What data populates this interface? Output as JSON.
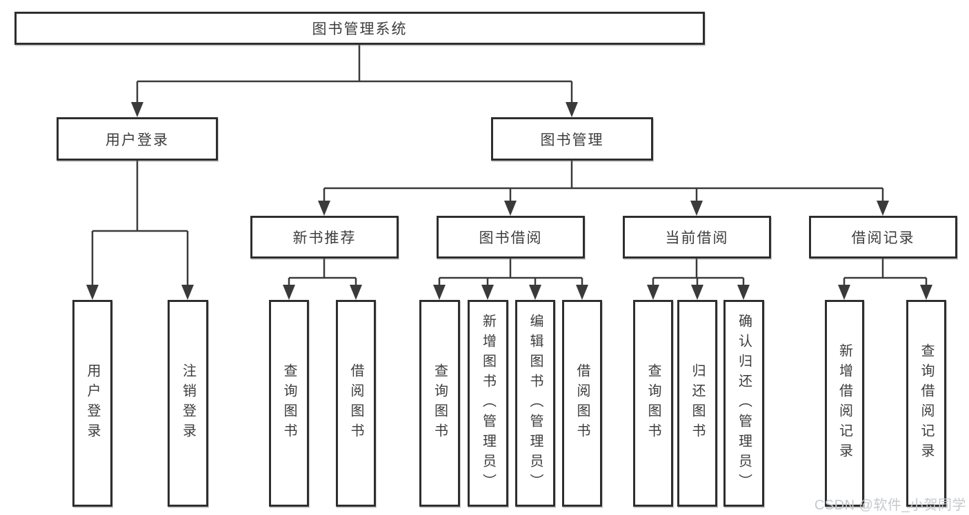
{
  "diagram": {
    "root": {
      "label": "图书管理系统"
    },
    "branches": [
      {
        "label": "用户登录",
        "children": [
          {
            "label": "用户登录"
          },
          {
            "label": "注销登录"
          }
        ]
      },
      {
        "label": "图书管理",
        "sections": [
          {
            "label": "新书推荐",
            "children": [
              {
                "label": "查询图书"
              },
              {
                "label": "借阅图书"
              }
            ]
          },
          {
            "label": "图书借阅",
            "children": [
              {
                "label": "查询图书"
              },
              {
                "label": "新增图书（管理员）"
              },
              {
                "label": "编辑图书（管理员）"
              },
              {
                "label": "借阅图书"
              }
            ]
          },
          {
            "label": "当前借阅",
            "children": [
              {
                "label": "查询图书"
              },
              {
                "label": "归还图书"
              },
              {
                "label": "确认归还（管理员）"
              }
            ]
          },
          {
            "label": "借阅记录",
            "children": [
              {
                "label": "新增借阅记录"
              },
              {
                "label": "查询借阅记录"
              }
            ]
          }
        ]
      }
    ]
  },
  "watermark": {
    "text": "CSDN @软件_小贺同学"
  },
  "colors": {
    "line": "#3a3a3a",
    "box_border": "#2e2e2e",
    "text": "#3d3d3d",
    "watermark": "#c6c9cc",
    "background": "#ffffff"
  }
}
